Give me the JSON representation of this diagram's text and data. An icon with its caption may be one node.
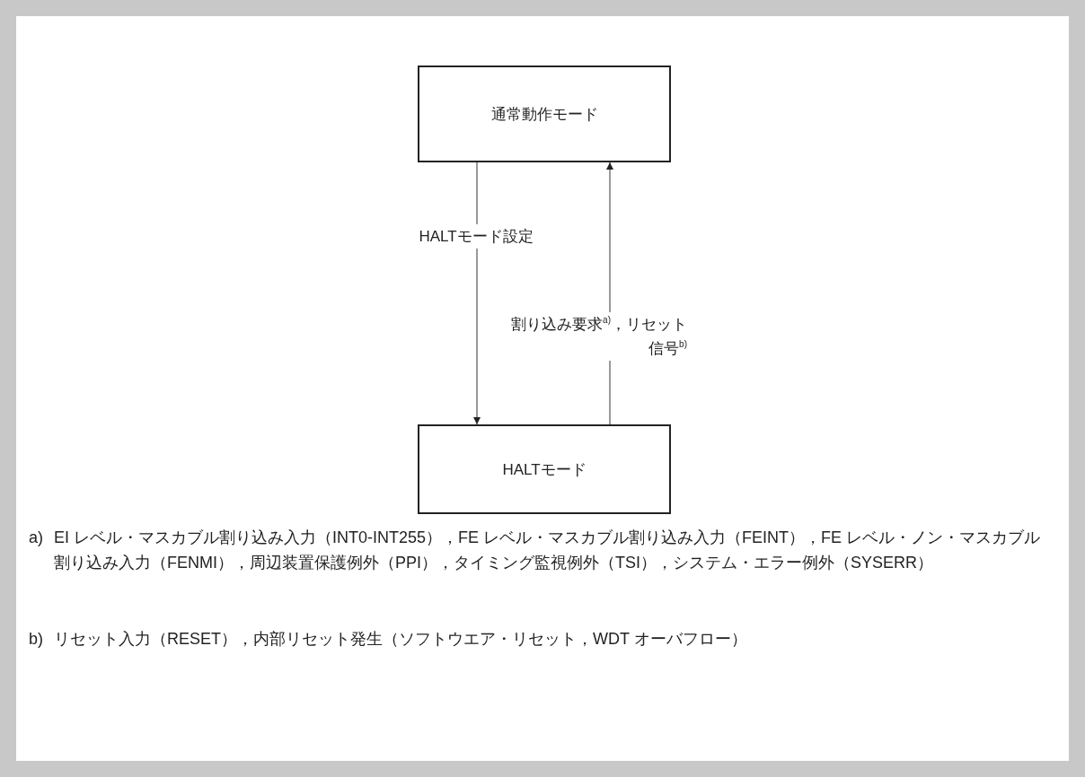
{
  "diagram": {
    "nodes": [
      {
        "text": [
          "通常動作モード"
        ]
      },
      {
        "text": [
          "HALTモード"
        ]
      }
    ],
    "edges": [
      {
        "from": 0,
        "to": 1,
        "arrow": "to",
        "label": "HALTモード設定"
      },
      {
        "from": 1,
        "to": 0,
        "arrow": "to",
        "label": "割り込み要求$^{a)}$，リセット信号$^{b)}$"
      }
    ],
    "labels": [
      "a)",
      "EI レベル・マスカブル割り込み入力（INT0-INT255），FE レベル・マスカブル割り込み入力（FEINT），FE レベル・ノン・マスカブル割り込み入力（FENMI），周辺装置保護例外（PPI），タイミング監視例外（TSI），システム・エラー例外（SYSERR）",
      "b)",
      "リセット入力（RESET），内部リセット発生（ソフトウエア・リセット，WDT オーバフロー）"
    ]
  }
}
